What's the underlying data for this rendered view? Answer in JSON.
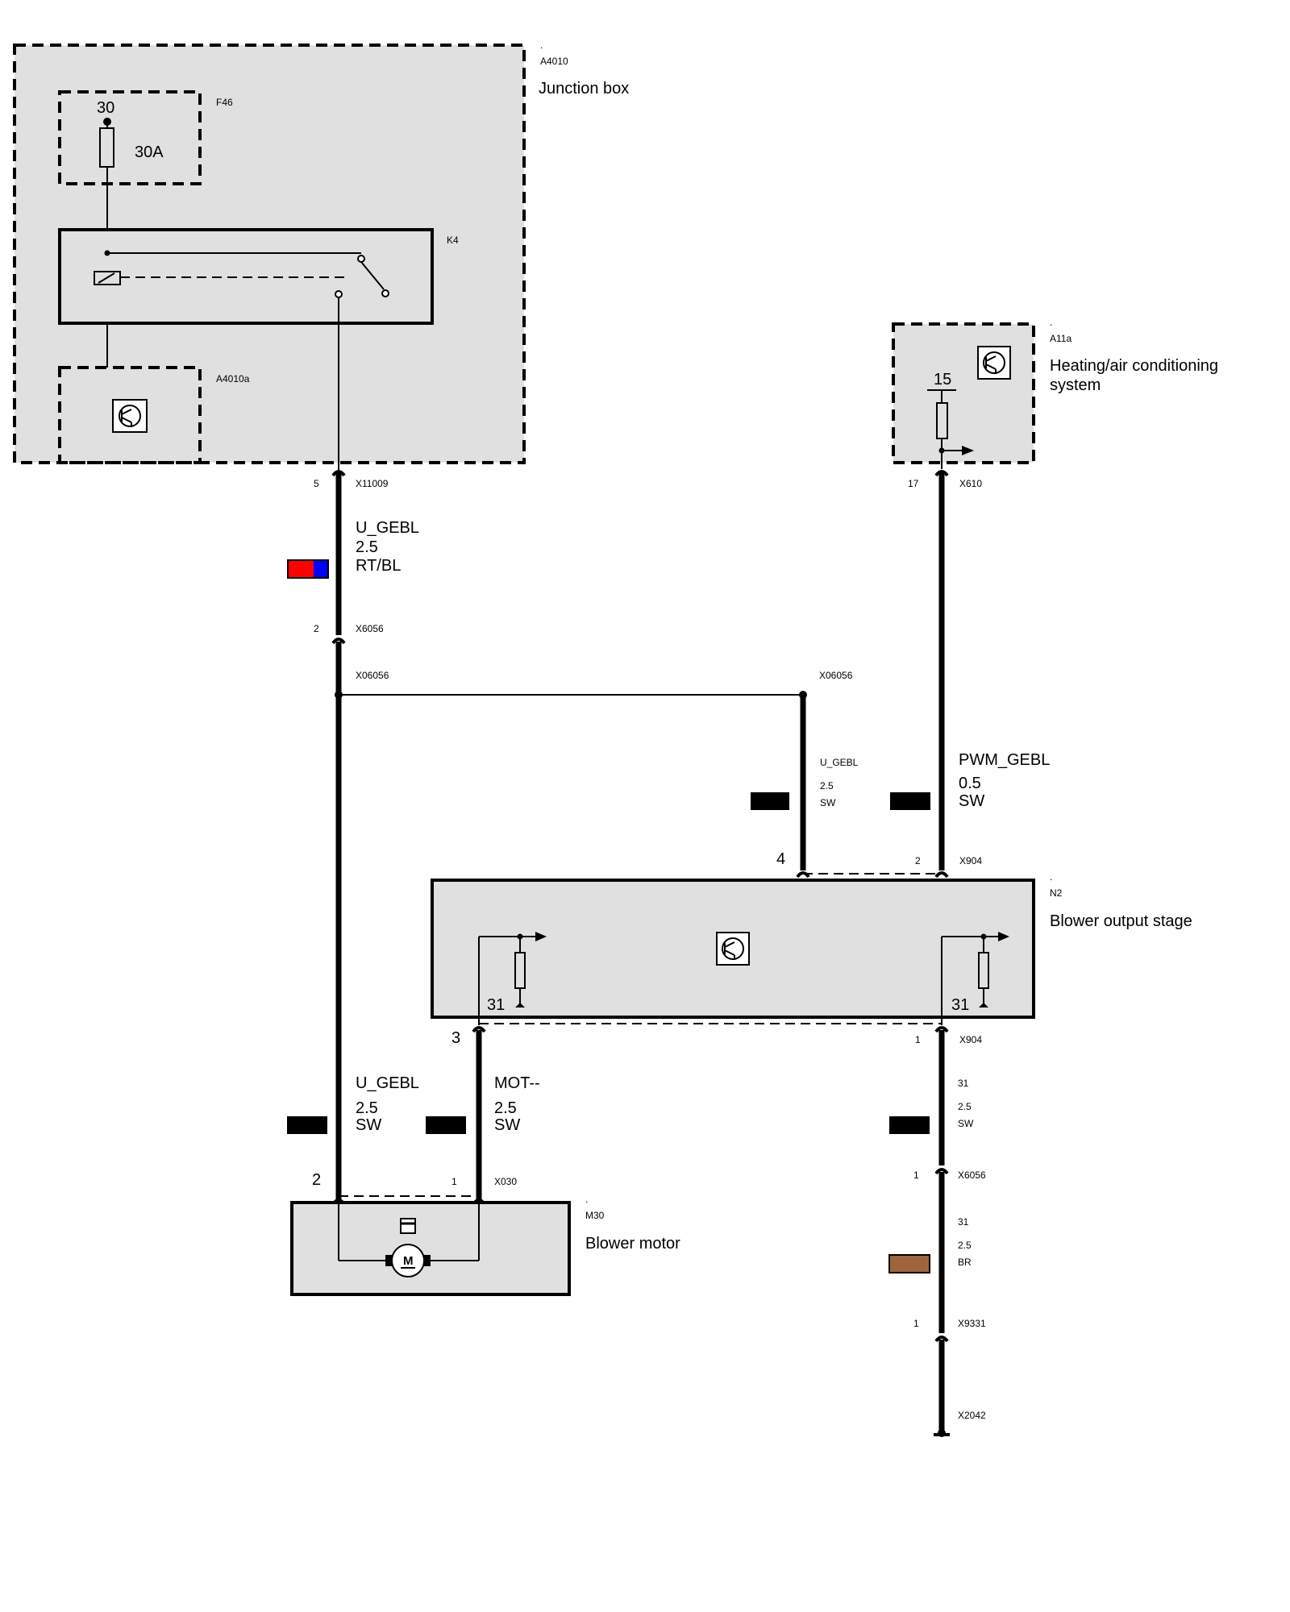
{
  "junction_box": {
    "dot": ".",
    "id": "A4010",
    "title": "Junction box"
  },
  "fuse": {
    "id": "F46",
    "terminal": "30",
    "rating": "30A"
  },
  "relay": {
    "id": "K4"
  },
  "control_unit_a4010a": {
    "id": "A4010a"
  },
  "hvac": {
    "dot": ".",
    "id": "A11a",
    "title_line1": "Heating/air conditioning",
    "title_line2": "system",
    "terminal": "15"
  },
  "blower_stage": {
    "dot": ".",
    "id": "N2",
    "title": "Blower output stage",
    "ground_left": "31",
    "ground_right": "31",
    "pin_top_left": "4",
    "pin_top_right": "2",
    "pin_bottom_left": "3",
    "pin_bottom_right": "1"
  },
  "blower_motor": {
    "dot": ".",
    "id": "M30",
    "title": "Blower motor",
    "motor_symbol": "M",
    "pin_left": "2",
    "pin_right": "1"
  },
  "connectors": {
    "x11009": {
      "pin": "5",
      "name": "X11009"
    },
    "x610": {
      "pin": "17",
      "name": "X610"
    },
    "x6056_top": {
      "pin": "2",
      "name": "X6056"
    },
    "x06056_left": {
      "name": "X06056"
    },
    "x06056_right": {
      "name": "X06056"
    },
    "x904_top": {
      "name": "X904"
    },
    "x904_bottom": {
      "name": "X904"
    },
    "x030": {
      "name": "X030"
    },
    "x6056_right": {
      "pin": "1",
      "name": "X6056"
    },
    "x9331": {
      "pin": "1",
      "name": "X9331"
    },
    "x2042": {
      "name": "X2042"
    }
  },
  "wires": {
    "w1": {
      "signal": "U_GEBL",
      "gauge": "2.5",
      "color": "RT/BL"
    },
    "w2": {
      "signal": "U_GEBL",
      "gauge": "2.5",
      "color": "SW"
    },
    "w3": {
      "signal": "PWM_GEBL",
      "gauge": "0.5",
      "color": "SW"
    },
    "w4": {
      "signal": "U_GEBL",
      "gauge": "2.5",
      "color": "SW"
    },
    "w5": {
      "signal": "MOT--",
      "gauge": "2.5",
      "color": "SW"
    },
    "w6": {
      "signal": "31",
      "gauge": "2.5",
      "color": "SW"
    },
    "w7": {
      "signal": "31",
      "gauge": "2.5",
      "color": "BR"
    }
  },
  "swatch_colors": {
    "red": "#ff0000",
    "blue": "#0000ff",
    "black": "#000000",
    "brown": "#a0643c"
  }
}
